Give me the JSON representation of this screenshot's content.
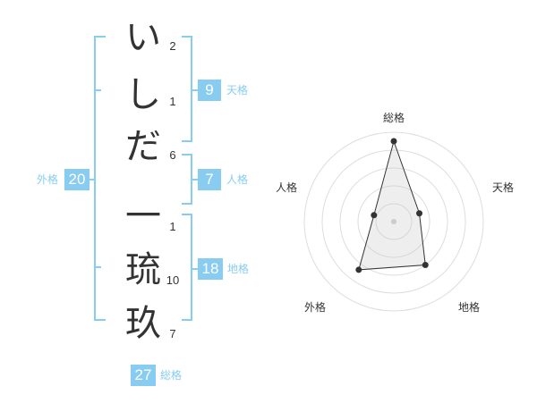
{
  "characters": [
    {
      "char": "い",
      "strokes": "2"
    },
    {
      "char": "し",
      "strokes": "1"
    },
    {
      "char": "だ",
      "strokes": "6"
    },
    {
      "char": "一",
      "strokes": "1"
    },
    {
      "char": "琉",
      "strokes": "10"
    },
    {
      "char": "玖",
      "strokes": "7"
    }
  ],
  "kaku": {
    "tenkaku": {
      "label": "天格",
      "value": "9"
    },
    "jinkaku": {
      "label": "人格",
      "value": "7"
    },
    "chikaku": {
      "label": "地格",
      "value": "18"
    },
    "gaikaku": {
      "label": "外格",
      "value": "20"
    },
    "soukaku": {
      "label": "総格",
      "value": "27"
    }
  },
  "colors": {
    "accent": "#88ccf1",
    "text": "#333333"
  },
  "chart_data": {
    "type": "radar",
    "axes": [
      "総格",
      "天格",
      "地格",
      "外格",
      "人格"
    ],
    "values": [
      27,
      9,
      18,
      20,
      7
    ],
    "title": "",
    "grid": true,
    "rings": 5
  }
}
